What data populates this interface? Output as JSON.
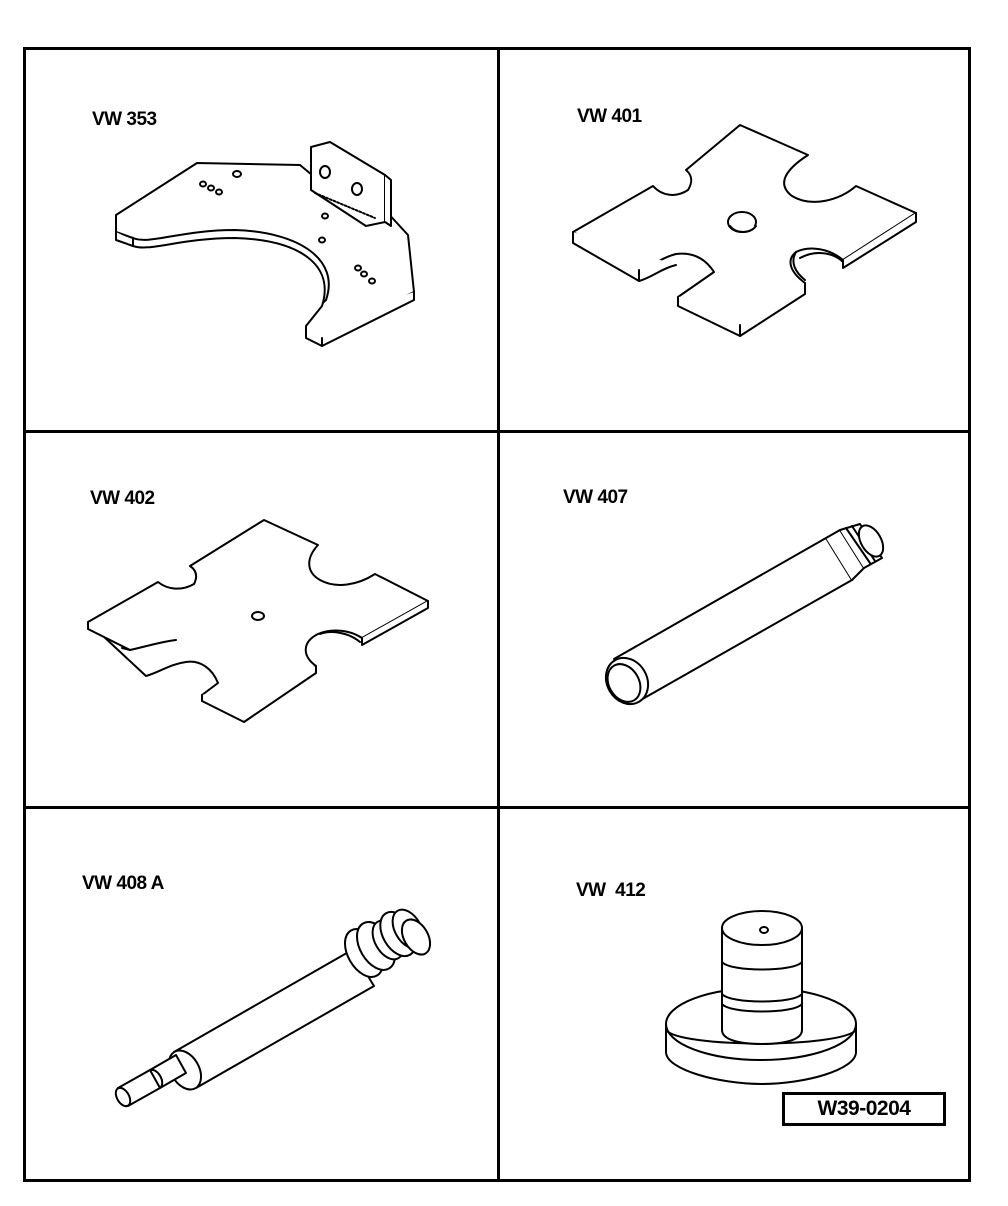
{
  "figure": {
    "tools": [
      {
        "id": "vw353",
        "label": "VW 353"
      },
      {
        "id": "vw401",
        "label": "VW 401"
      },
      {
        "id": "vw402",
        "label": "VW 402"
      },
      {
        "id": "vw407",
        "label": "VW 407"
      },
      {
        "id": "vw408a",
        "label": "VW 408 A"
      },
      {
        "id": "vw412",
        "label": "VW  412"
      }
    ],
    "figure_code": "W39-0204"
  }
}
